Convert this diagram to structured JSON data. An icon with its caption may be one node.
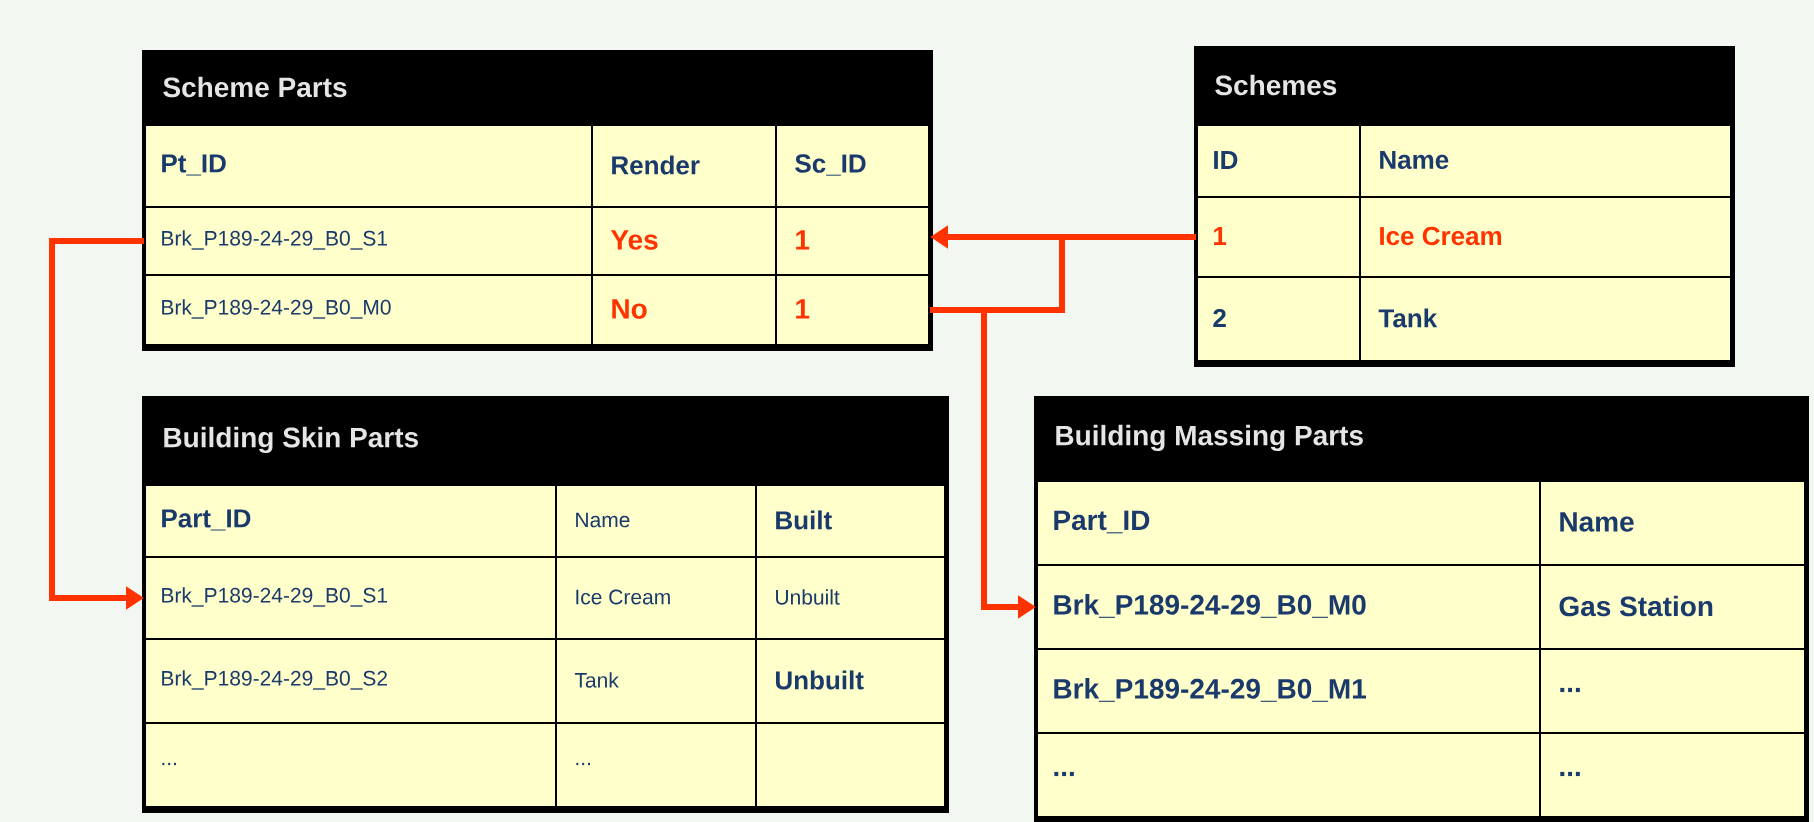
{
  "diagram": {
    "nodes": [
      {
        "text": [
          "Scheme Parts"
        ]
      },
      {
        "text": [
          "Pt_ID",
          "Render",
          "Sc_ID"
        ],
        "in": 0
      },
      {
        "text": [
          "Brk_P189-24-29_B0_S1",
          "Yes",
          "1"
        ],
        "in": 0
      },
      {
        "text": [
          "Brk_P189-24-29_B0_M0",
          "No",
          "1"
        ],
        "in": 0
      },
      {
        "text": [
          "Schemes"
        ]
      },
      {
        "text": [
          "ID",
          "Name"
        ],
        "in": 4
      },
      {
        "text": [
          "1",
          "Ice Cream"
        ],
        "in": 4
      },
      {
        "text": [
          "2",
          "Tank"
        ],
        "in": 4
      },
      {
        "text": [
          "Building Skin Parts"
        ]
      },
      {
        "text": [
          "Part_ID",
          "Name",
          "Built"
        ],
        "in": 8
      },
      {
        "text": [
          "Brk_P189-24-29_B0_S1",
          "Ice Cream",
          "Unbuilt"
        ],
        "in": 8
      },
      {
        "text": [
          "Brk_P189-24-29_B0_S2",
          "Tank",
          "Unbuilt"
        ],
        "in": 8
      },
      {
        "text": [
          "...",
          "..."
        ],
        "in": 8
      },
      {
        "text": [
          "Building Massing Parts"
        ]
      },
      {
        "text": [
          "Part_ID",
          "Name"
        ],
        "in": 13
      },
      {
        "text": [
          "Brk_P189-24-29_B0_M0",
          "Gas Station"
        ],
        "in": 13
      },
      {
        "text": [
          "Brk_P189-24-29_B0_M1",
          "..."
        ],
        "in": 13
      },
      {
        "text": [
          "...",
          "..."
        ],
        "in": 13
      }
    ],
    "edges": [
      {
        "from": 6,
        "to": 2,
        "arrow": "to"
      },
      {
        "from": 6,
        "to": 3,
        "arrow": "none"
      },
      {
        "from": 3,
        "to": 15,
        "arrow": "to"
      },
      {
        "from": 2,
        "to": 10,
        "arrow": "to"
      }
    ]
  }
}
